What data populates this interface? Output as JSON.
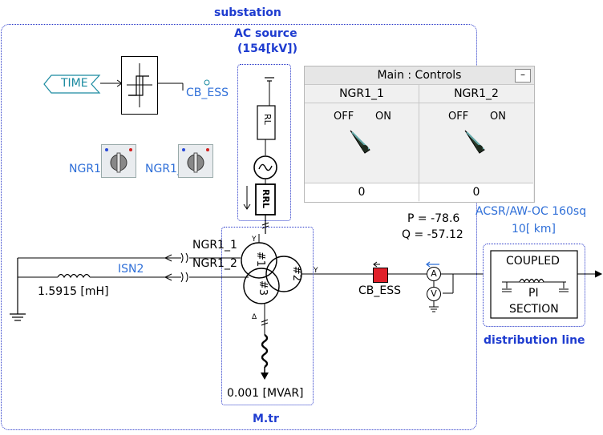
{
  "labels": {
    "substation": "substation",
    "ac_source_line1": "AC source",
    "ac_source_line2": "(154[kV])",
    "time": "TIME",
    "cb_ess_left": "CB_ESS",
    "ngr1_1": "NGR1_1",
    "ngr1_2": "NGR1_2",
    "rl": "RL",
    "rrl": "RRL",
    "p_readout": "P = -78.6",
    "q_readout": "Q = -57.12",
    "line_type": "ACSR/AW-OC 160sq",
    "line_length": "10[ km]",
    "coupled": "COUPLED",
    "pi": "PI",
    "section": "SECTION",
    "distribution_line": "distribution line",
    "mtr": "M.tr",
    "mvar": "0.001 [MVAR]",
    "cb_ess_main": "CB_ESS",
    "isn2": "ISN2",
    "inductance": "1.5915 [mH]",
    "ngr1_1_sig": "NGR1_1",
    "ngr1_2_sig": "NGR1_2",
    "winding1": "#1",
    "winding2": "#2",
    "winding3": "#3",
    "ammeter": "A",
    "voltmeter": "V"
  },
  "controls_panel": {
    "title": "Main : Controls",
    "minimize": "–",
    "columns": [
      {
        "name": "NGR1_1",
        "off": "OFF",
        "on": "ON",
        "value": "0"
      },
      {
        "name": "NGR1_2",
        "off": "OFF",
        "on": "ON",
        "value": "0"
      }
    ]
  },
  "colors": {
    "accent_blue": "#1e3cd0",
    "label_blue": "#2f6fd8",
    "breaker_red": "#e0202a",
    "teal": "#1a8aa0"
  }
}
